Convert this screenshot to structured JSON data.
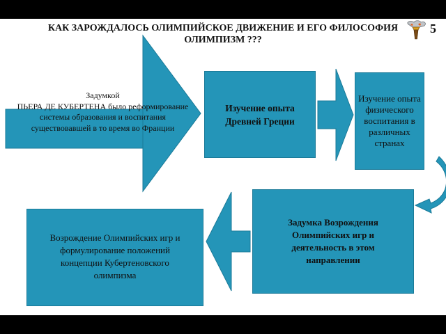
{
  "header": {
    "title": "КАК ЗАРОЖДАЛОСЬ ОЛИМПИЙСКОЕ ДВИЖЕНИЕ И ЕГО ФИЛОСОФИЯ ОЛИМПИЗМ ???",
    "page_number": "5"
  },
  "intro": {
    "line1": "Задумкой",
    "line2": "ПЬЕРА ДЕ КУБЕРТЕНА было реформирование системы образования и воспитания существовавшей в то время во Франции"
  },
  "steps": [
    {
      "text": "Изучение опыта Древней Греции"
    },
    {
      "text": "Изучение опыта физического воспитания в различных странах"
    },
    {
      "text": "Задумка Возрождения Олимпийских игр и деятельность в этом направлении"
    },
    {
      "text": "Возрождение Олимпийских игр и формулирование положений концепции Кубертеновского олимпизма"
    }
  ],
  "colors": {
    "box_fill": "#2495b8",
    "background": "#ffffff"
  },
  "icons": {
    "header": "torch-icon"
  }
}
